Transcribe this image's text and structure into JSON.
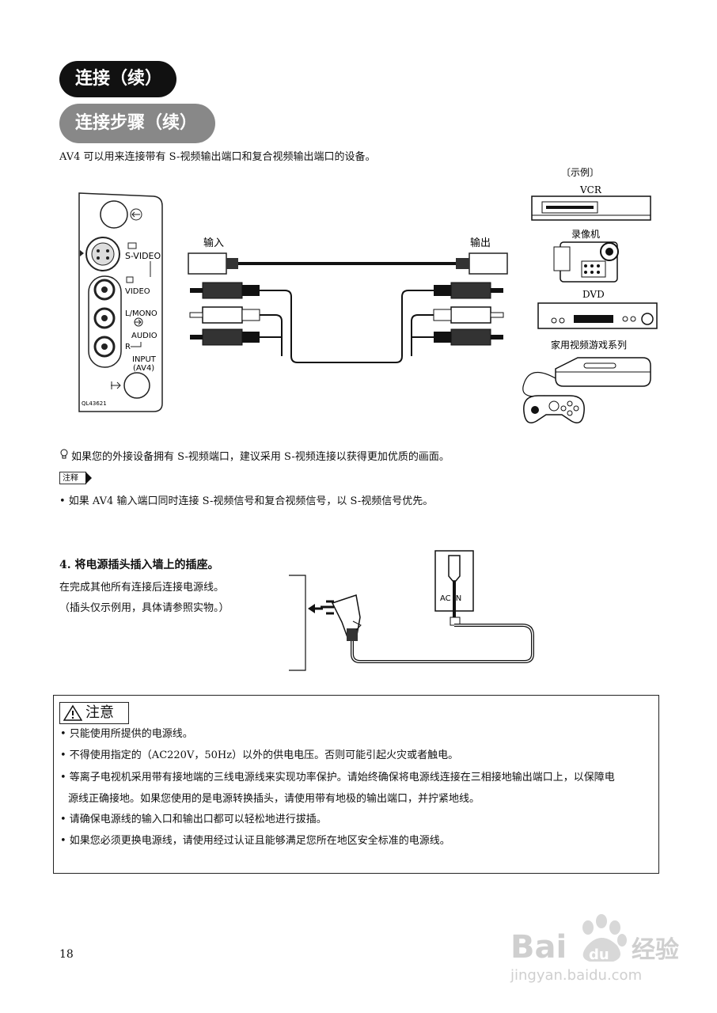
{
  "header": {
    "section_title": "连接（续）",
    "subsection_title": "连接步骤（续）"
  },
  "intro": "AV4 可以用来连接带有 S-视频输出端口和复合视频输出端口的设备。",
  "diagram": {
    "panel": {
      "svideo_label": "S-VIDEO",
      "video_label": "VIDEO",
      "lmono_label": "L/MONO",
      "audio_label": "AUDIO",
      "r_label": "R",
      "input_label": "INPUT",
      "av4_label": "(AV4)",
      "model": "QL43621"
    },
    "cable_input_label": "输入",
    "cable_output_label": "输出",
    "examples_label": "〔示例〕",
    "devices": [
      "VCR",
      "录像机",
      "DVD",
      "家用视频游戏系列"
    ]
  },
  "tip": "如果您的外接设备拥有 S-视频端口，建议采用 S-视频连接以获得更加优质的画面。",
  "note": {
    "tag": "注释",
    "item": "• 如果 AV4 输入端口同时连接 S-视频信号和复合视频信号，以 S-视频信号优先。"
  },
  "step4": {
    "title": "4. 将电源插头插入墙上的插座。",
    "line1": "在完成其他所有连接后连接电源线。",
    "line2": "（插头仅示例用，具体请参照实物。）",
    "ac_in": "AC IN"
  },
  "caution": {
    "title": "注意",
    "items": [
      "• 只能使用所提供的电源线。",
      "• 不得使用指定的（AC220V，50Hz）以外的供电电压。否则可能引起火灾或者触电。",
      "• 等离子电视机采用带有接地端的三线电源线来实现功率保护。请始终确保将电源线连接在三相接地输出端口上，以保障电",
      "源线正确接地。如果您使用的是电源转换插头，请使用带有地极的输出端口，并拧紧地线。",
      "• 请确保电源线的输入口和输出口都可以轻松地进行拔插。",
      "• 如果您必须更换电源线，请使用经过认证且能够满足您所在地区安全标准的电源线。"
    ]
  },
  "page_number": "18",
  "watermark": {
    "brand": "Bai",
    "brand2": "du",
    "product": "经验",
    "url": "jingyan.baidu.com"
  }
}
